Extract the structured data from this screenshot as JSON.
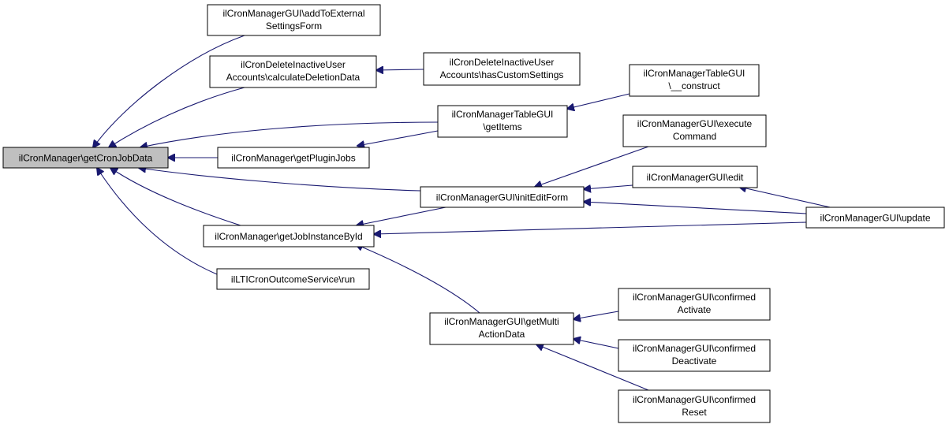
{
  "diagram": {
    "colors": {
      "edge": "#191970",
      "root_fill": "#bfbfbf",
      "node_fill": "#ffffff",
      "border": "#000000"
    },
    "nodes": [
      {
        "id": "root",
        "lines": [
          "ilCronManager\\getCronJobData"
        ]
      },
      {
        "id": "addToExternal",
        "lines": [
          "ilCronManagerGUI\\addToExternal",
          "SettingsForm"
        ]
      },
      {
        "id": "calcDeletion",
        "lines": [
          "ilCronDeleteInactiveUser",
          "Accounts\\calculateDeletionData"
        ]
      },
      {
        "id": "hasCustom",
        "lines": [
          "ilCronDeleteInactiveUser",
          "Accounts\\hasCustomSettings"
        ]
      },
      {
        "id": "tableConstruct",
        "lines": [
          "ilCronManagerTableGUI",
          "\\__construct"
        ]
      },
      {
        "id": "getItems",
        "lines": [
          "ilCronManagerTableGUI",
          "\\getItems"
        ]
      },
      {
        "id": "getPluginJobs",
        "lines": [
          "ilCronManager\\getPluginJobs"
        ]
      },
      {
        "id": "executeCommand",
        "lines": [
          "ilCronManagerGUI\\execute",
          "Command"
        ]
      },
      {
        "id": "edit",
        "lines": [
          "ilCronManagerGUI\\edit"
        ]
      },
      {
        "id": "initEditForm",
        "lines": [
          "ilCronManagerGUI\\initEditForm"
        ]
      },
      {
        "id": "update",
        "lines": [
          "ilCronManagerGUI\\update"
        ]
      },
      {
        "id": "getJobInstance",
        "lines": [
          "ilCronManager\\getJobInstanceById"
        ]
      },
      {
        "id": "ltiRun",
        "lines": [
          "ilLTICronOutcomeService\\run"
        ]
      },
      {
        "id": "getMulti",
        "lines": [
          "ilCronManagerGUI\\getMulti",
          "ActionData"
        ]
      },
      {
        "id": "confActivate",
        "lines": [
          "ilCronManagerGUI\\confirmed",
          "Activate"
        ]
      },
      {
        "id": "confDeactivate",
        "lines": [
          "ilCronManagerGUI\\confirmed",
          "Deactivate"
        ]
      },
      {
        "id": "confReset",
        "lines": [
          "ilCronManagerGUI\\confirmed",
          "Reset"
        ]
      }
    ]
  }
}
